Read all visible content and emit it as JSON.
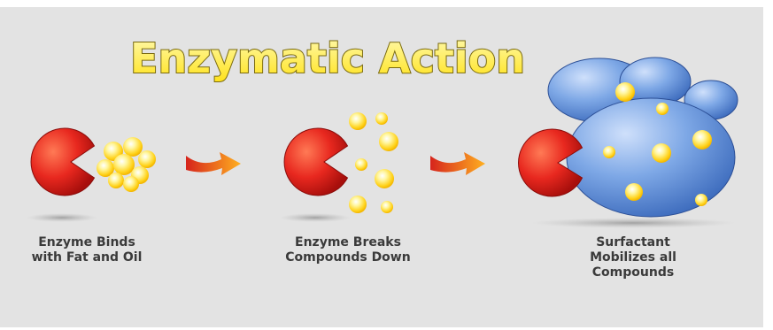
{
  "title": "Enzymatic Action",
  "stages": [
    {
      "lines": [
        "Enzyme Binds",
        "with Fat and Oil"
      ]
    },
    {
      "lines": [
        "Enzyme Breaks",
        "Compounds Down"
      ]
    },
    {
      "lines": [
        "Surfactant",
        "Mobilizes all",
        "Compounds"
      ]
    }
  ],
  "colors": {
    "background": "#e3e3e3",
    "enzyme": "#e0231e",
    "fat_globule": "#ffe56a",
    "surfactant": "#6f9fe0",
    "arrow": "#f07a24",
    "title_fill": "#fff23a",
    "caption": "#3a3a3a"
  }
}
